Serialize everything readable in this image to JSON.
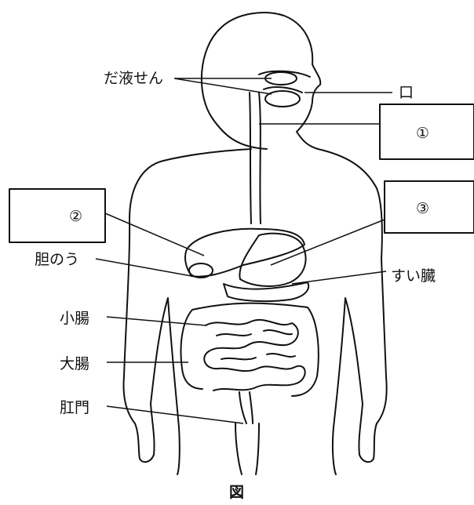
{
  "labels": {
    "salivary_gland": "だ液せん",
    "mouth": "口",
    "box1": "①",
    "box2": "②",
    "box3": "③",
    "gallbladder": "胆のう",
    "pancreas": "すい臓",
    "small_intestine": "小腸",
    "large_intestine": "大腸",
    "anus": "肛門"
  },
  "figure_caption": "図"
}
